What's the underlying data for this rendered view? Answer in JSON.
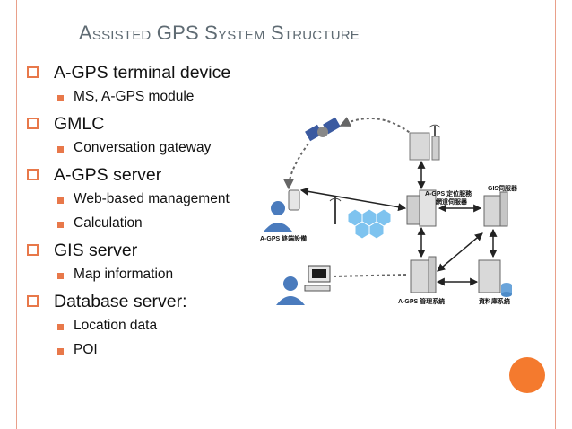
{
  "slide": {
    "title": "Assisted GPS System Structure",
    "bullets": [
      {
        "text": "A-GPS terminal device",
        "sub": [
          "MS, A-GPS module"
        ]
      },
      {
        "text": "GMLC",
        "sub": [
          "Conversation gateway"
        ]
      },
      {
        "text": "A-GPS server",
        "sub": [
          "Web-based management",
          "Calculation"
        ]
      },
      {
        "text": "GIS server",
        "sub": [
          "Map information"
        ]
      },
      {
        "text": "Database server:",
        "sub": [
          "Location data",
          "POI"
        ]
      }
    ]
  },
  "diagram": {
    "labels": {
      "terminal": "A-GPS 終端設備",
      "server": "A-GPS 定位服務\n網道伺服器",
      "gis": "GIS伺服器",
      "mgmt": "A-GPS 管理系統",
      "db": "資料庫系統"
    }
  },
  "colors": {
    "accent": "#f47a2e",
    "rule": "#e9a08a",
    "title": "#5f6b73"
  }
}
